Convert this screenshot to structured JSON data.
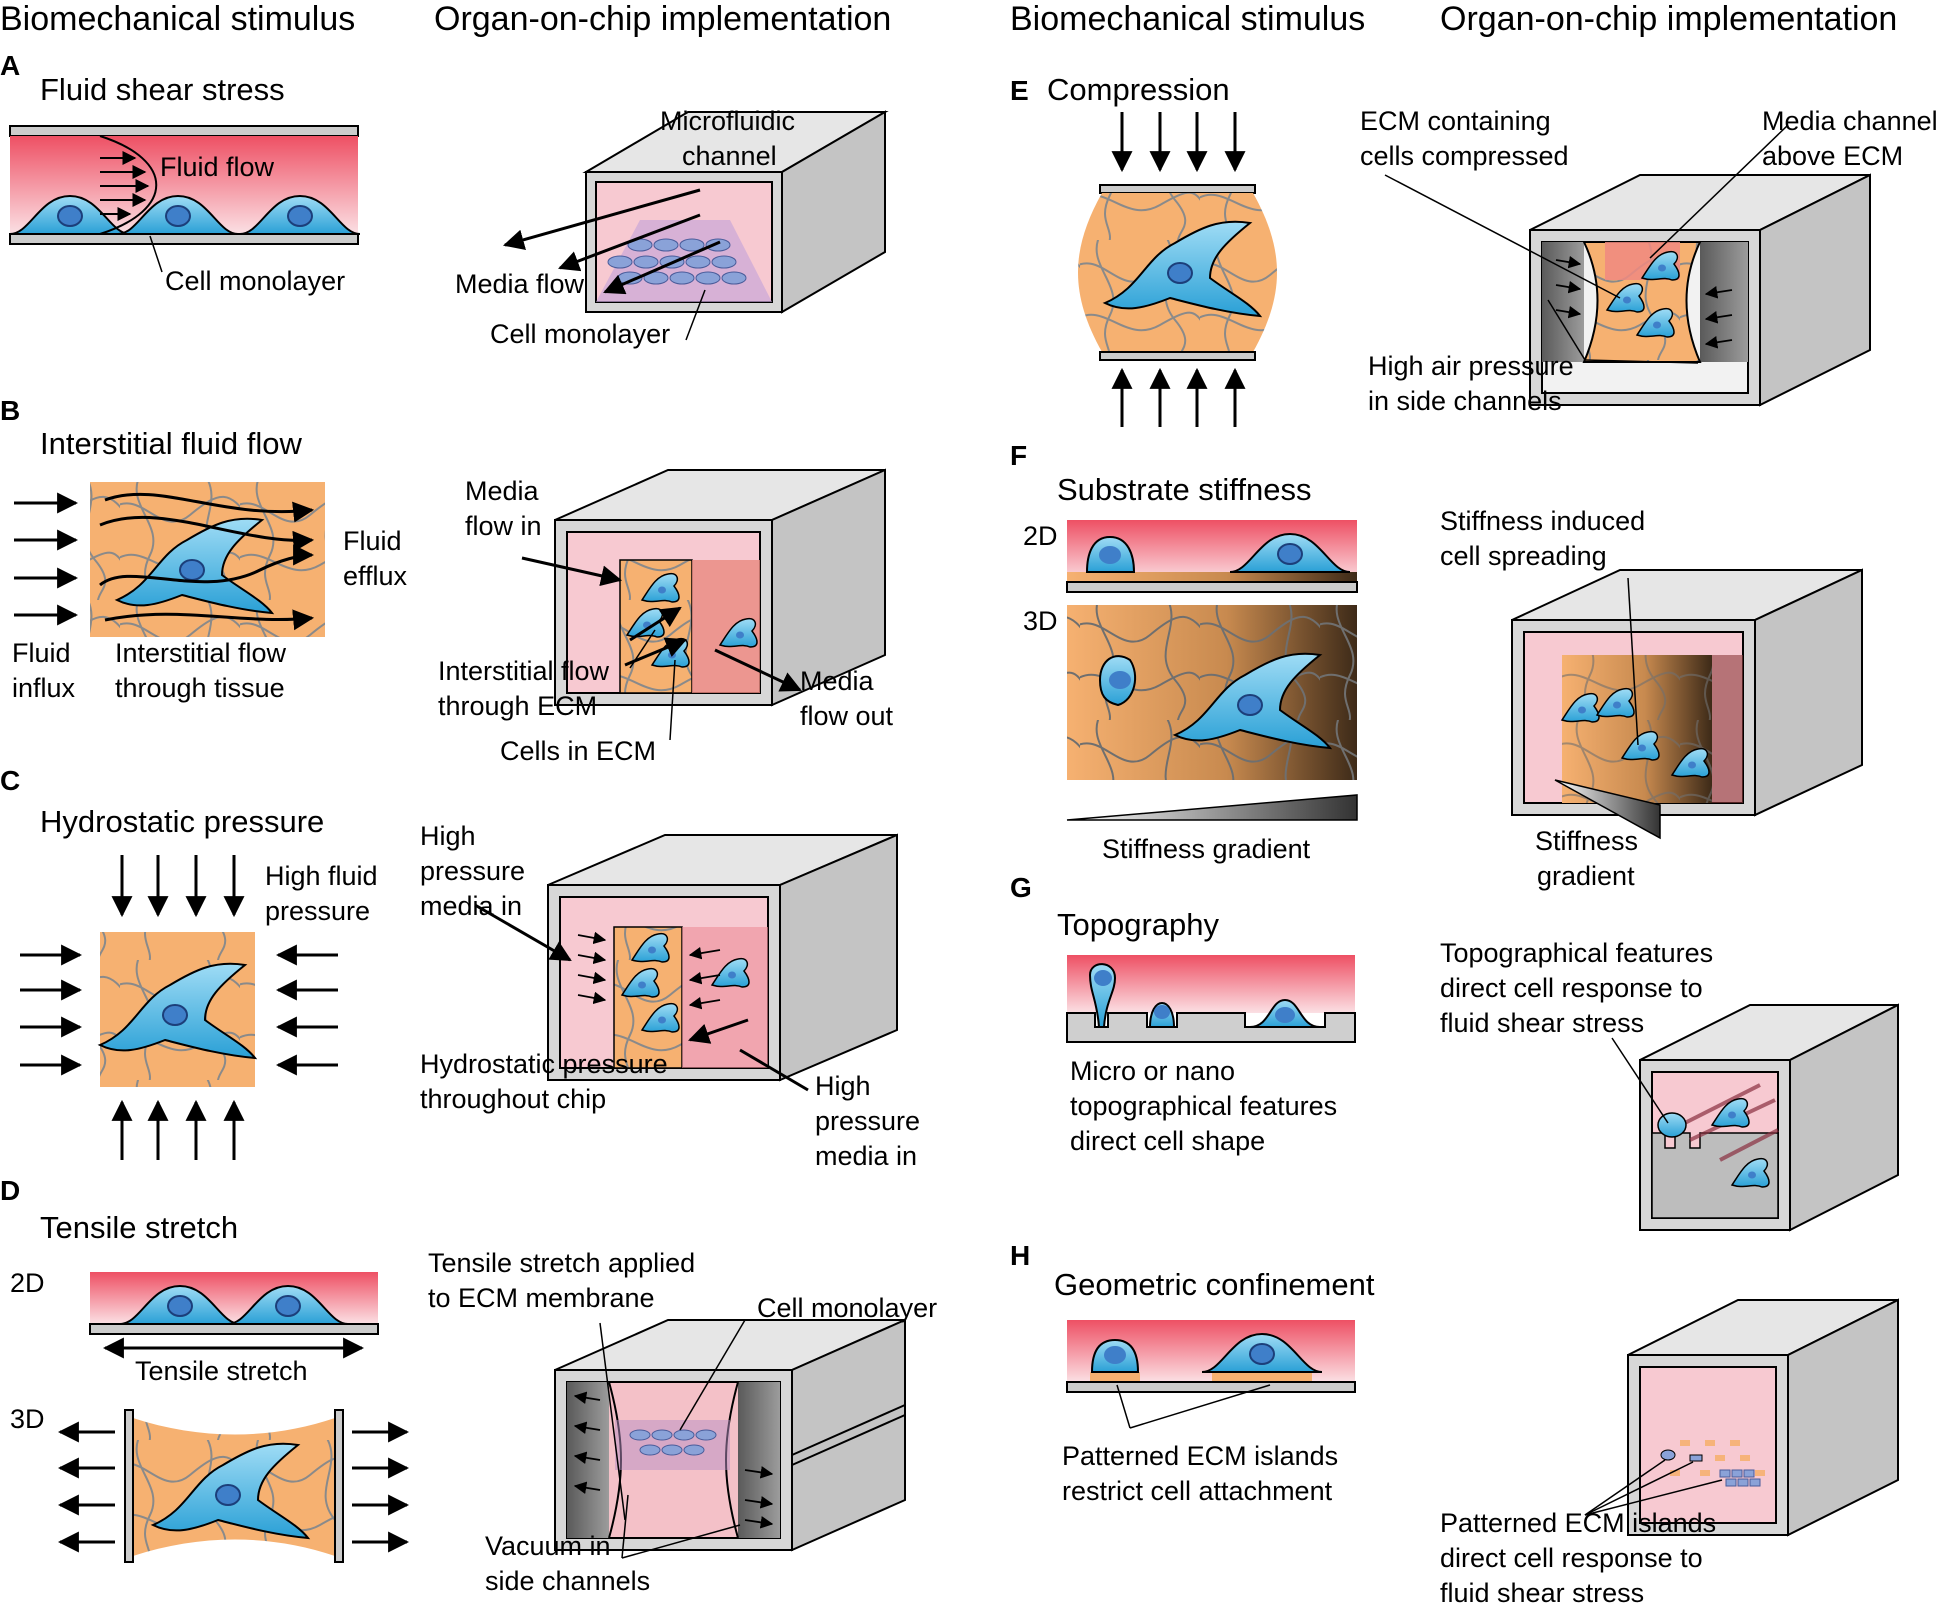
{
  "headers": {
    "left_stimulus": "Biomechanical stimulus",
    "left_implementation": "Organ-on-chip implementation",
    "right_stimulus": "Biomechanical stimulus",
    "right_implementation": "Organ-on-chip implementation"
  },
  "panels": {
    "A": {
      "letter": "A",
      "title": "Fluid shear stress",
      "labels": [
        "Fluid flow",
        "Cell monolayer",
        "Microfluidic",
        "channel",
        "Media flow",
        "Cell monolayer"
      ]
    },
    "B": {
      "letter": "B",
      "title": "Interstitial fluid flow",
      "labels": [
        "Fluid",
        "efflux",
        "Fluid",
        "influx",
        "Interstitial flow",
        "through tissue",
        "Media",
        "flow in",
        "Interstitial flow",
        "through ECM",
        "Cells in ECM",
        "Media",
        "flow out"
      ]
    },
    "C": {
      "letter": "C",
      "title": "Hydrostatic pressure",
      "labels": [
        "High fluid",
        "pressure",
        "High",
        "pressure",
        "media in",
        "Hydrostatic pressure",
        "throughout chip",
        "High",
        "pressure",
        "media in"
      ]
    },
    "D": {
      "letter": "D",
      "title": "Tensile stretch",
      "labels": [
        "2D",
        "Tensile stretch",
        "3D",
        "Tensile stretch applied",
        "to ECM membrane",
        "Cell monolayer",
        "Vacuum in",
        "side channels"
      ]
    },
    "E": {
      "letter": "E",
      "title": "Compression",
      "labels": [
        "ECM containing",
        "cells compressed",
        "Media channel",
        "above ECM",
        "High air pressure",
        "in side channels"
      ]
    },
    "F": {
      "letter": "F",
      "title": "Substrate stiffness",
      "labels": [
        "2D",
        "3D",
        "Stiffness gradient",
        "Stiffness induced",
        "cell spreading",
        "Stiffness",
        "gradient"
      ]
    },
    "G": {
      "letter": "G",
      "title": "Topography",
      "labels": [
        "Micro or nano",
        "topographical features",
        "direct cell shape",
        "Topographical features",
        "direct cell response to",
        "fluid shear stress"
      ]
    },
    "H": {
      "letter": "H",
      "title": "Geometric confinement",
      "labels": [
        "Patterned ECM islands",
        "restrict cell attachment",
        "Patterned ECM islands",
        "direct cell response to",
        "fluid shear stress"
      ]
    }
  },
  "colors": {
    "media_red": "#ea4a5c",
    "media_pink": "#f7c9d1",
    "ecm_orange": "#f6b171",
    "cell_blue": "#4bb8e3",
    "box_gray": "#d7d7d7",
    "fiber_gray": "#8a8a8a"
  }
}
